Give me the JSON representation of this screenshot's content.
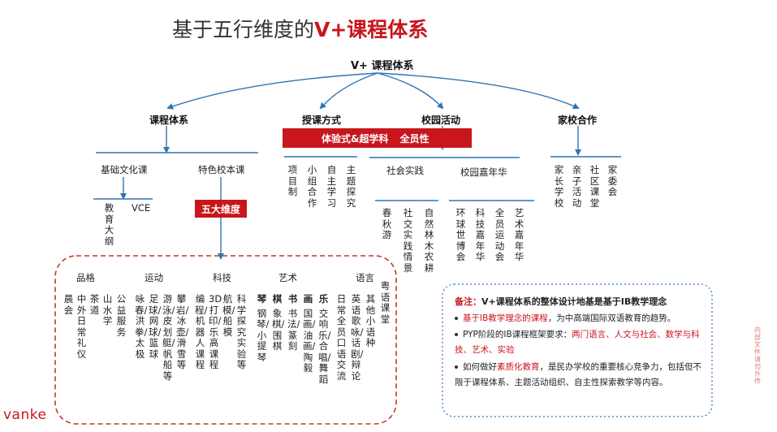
{
  "title": {
    "prefix": "基于五行维度的",
    "highlight": "V+课程体系"
  },
  "root": "V+ 课程体系",
  "level1": [
    "课程体系",
    "授课方式",
    "校园活动",
    "家校合作"
  ],
  "banner": {
    "left": "体验式&超学科",
    "right": "全员性"
  },
  "curriculum": {
    "basic": "基础文化课",
    "special": "特色校本课",
    "basic_items": [
      "教育大纲",
      "VCE"
    ],
    "five_dim_label": "五大维度"
  },
  "teaching": [
    "项目制",
    "小组合作",
    "自主学习",
    "主题探究"
  ],
  "campus": {
    "social": "社会实践",
    "carnival": "校园嘉年华",
    "social_items": [
      "春秋游",
      "社交实践情景",
      "自然林木农耕"
    ],
    "carnival_items": [
      "环球世博会",
      "科技嘉年华",
      "全员运动会",
      "艺术嘉年华"
    ]
  },
  "home": [
    "家长学校",
    "亲子活动",
    "社区课堂",
    "家委会"
  ],
  "dimensions": [
    {
      "label": "品格",
      "cols": [
        {
          "text": "晨会"
        },
        {
          "text": "中外日常礼仪"
        },
        {
          "text": "茶道"
        },
        {
          "text": "山水学"
        },
        {
          "text": "公益服务"
        }
      ]
    },
    {
      "label": "运动",
      "cols": [
        {
          "text": "咏春/洪拳/太极"
        },
        {
          "text": "足球/网球/篮球"
        },
        {
          "text": "游泳/皮划艇/帆船等"
        },
        {
          "text": "攀岩/冰壶/滑雪等"
        }
      ]
    },
    {
      "label": "科技",
      "cols": [
        {
          "text": "编程/机器人课程"
        },
        {
          "text": "3D打印/乐高课程"
        },
        {
          "text": "航模/船模"
        },
        {
          "text": "科学探究实验等"
        }
      ]
    },
    {
      "label": "艺术",
      "cols": [
        {
          "head": "琴",
          "text": "钢琴/小提琴"
        },
        {
          "head": "棋",
          "text": "象棋/围棋"
        },
        {
          "head": "书",
          "text": "书法/篆刻"
        },
        {
          "head": "画",
          "text": "国画/油画/陶毅"
        },
        {
          "head": "乐",
          "text": "交响乐/合唱/舞蹈"
        }
      ]
    },
    {
      "label": "语言",
      "cols": [
        {
          "text": "日常全员口语交流"
        },
        {
          "text": "英语歌咏/话剧/辩论"
        },
        {
          "text": "其他小语种"
        },
        {
          "text": "粤语课堂"
        }
      ]
    }
  ],
  "note": {
    "label": "备注：",
    "title": "V+课程体系的整体设计地基是基于IB教学理念",
    "items": [
      [
        {
          "t": "基于IB教学理念的课程",
          "red": true
        },
        {
          "t": "，为中高端国际双语教育的趋势。"
        }
      ],
      [
        {
          "t": "PYP阶段的IB课程框架要求："
        },
        {
          "t": "两门语言、人文与社会、数学与科技、艺术、实验",
          "red": true
        }
      ],
      [
        {
          "t": "如何做好"
        },
        {
          "t": "素质化教育",
          "red": true
        },
        {
          "t": "，是民办学校的重要核心竞争力，包括但不限于课程体系、主题活动组织、自主性探索教学等内容。"
        }
      ]
    ]
  },
  "brand": "vanke",
  "side_text": "内部文件 请勿外传",
  "colors": {
    "accent_red": "#c8161d",
    "arrow_blue": "#2e75b6",
    "dash_red": "#c0392b"
  }
}
